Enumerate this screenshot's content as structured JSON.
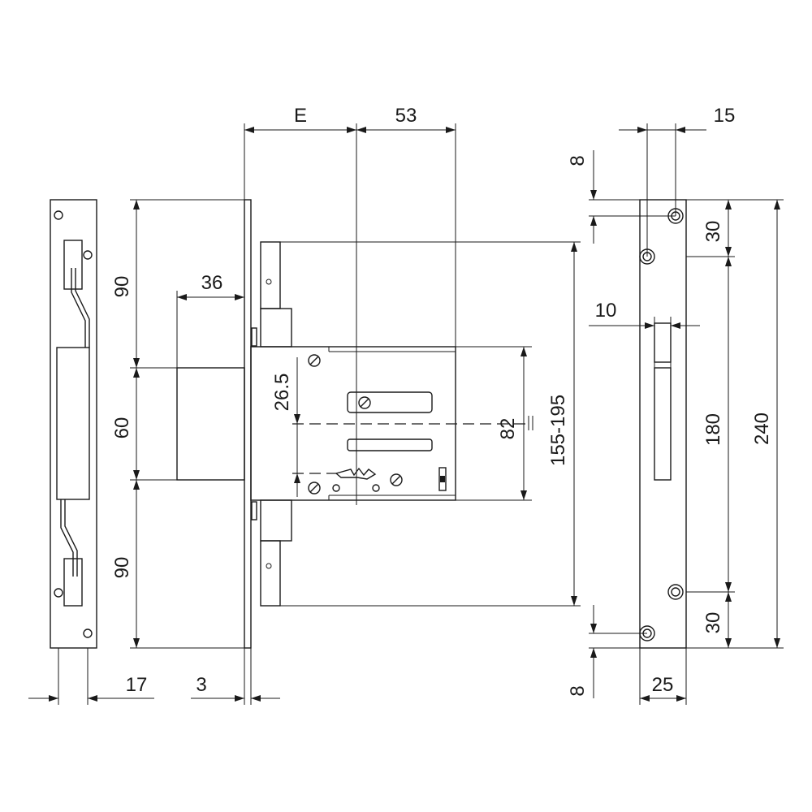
{
  "dimensions": {
    "e": "E",
    "d53": "53",
    "d15": "15",
    "d8_top": "8",
    "d30_top": "30",
    "d10": "10",
    "d36": "36",
    "d90_top": "90",
    "d60": "60",
    "d90_bottom": "90",
    "d26_5": "26.5",
    "d82": "82",
    "d155_195": "155-195",
    "d180": "180",
    "d240": "240",
    "d30_bottom": "30",
    "d8_bottom": "8",
    "d17": "17",
    "d3": "3",
    "d25": "25"
  }
}
